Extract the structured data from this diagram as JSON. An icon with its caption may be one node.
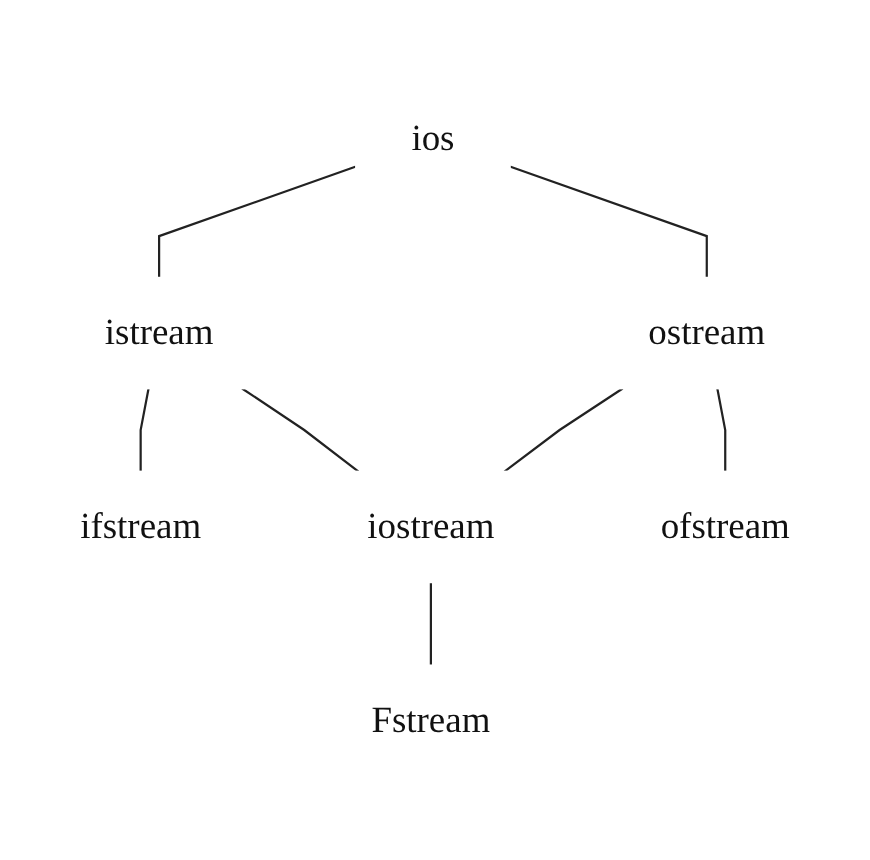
{
  "diagram": {
    "nodes": [
      {
        "text": [
          "ios"
        ]
      },
      {
        "text": [
          "istream"
        ]
      },
      {
        "text": [
          "ostream"
        ]
      },
      {
        "text": [
          "ifstream"
        ]
      },
      {
        "text": [
          "iostream"
        ]
      },
      {
        "text": [
          "ofstream"
        ]
      },
      {
        "text": [
          "Fstream"
        ]
      }
    ],
    "edges": [
      {
        "from": 0,
        "to": 1,
        "arrow": "none"
      },
      {
        "from": 0,
        "to": 2,
        "arrow": "none"
      },
      {
        "from": 1,
        "to": 3,
        "arrow": "none"
      },
      {
        "from": 1,
        "to": 4,
        "arrow": "none"
      },
      {
        "from": 2,
        "to": 4,
        "arrow": "none"
      },
      {
        "from": 2,
        "to": 5,
        "arrow": "none"
      },
      {
        "from": 4,
        "to": 6,
        "arrow": "none"
      }
    ]
  }
}
